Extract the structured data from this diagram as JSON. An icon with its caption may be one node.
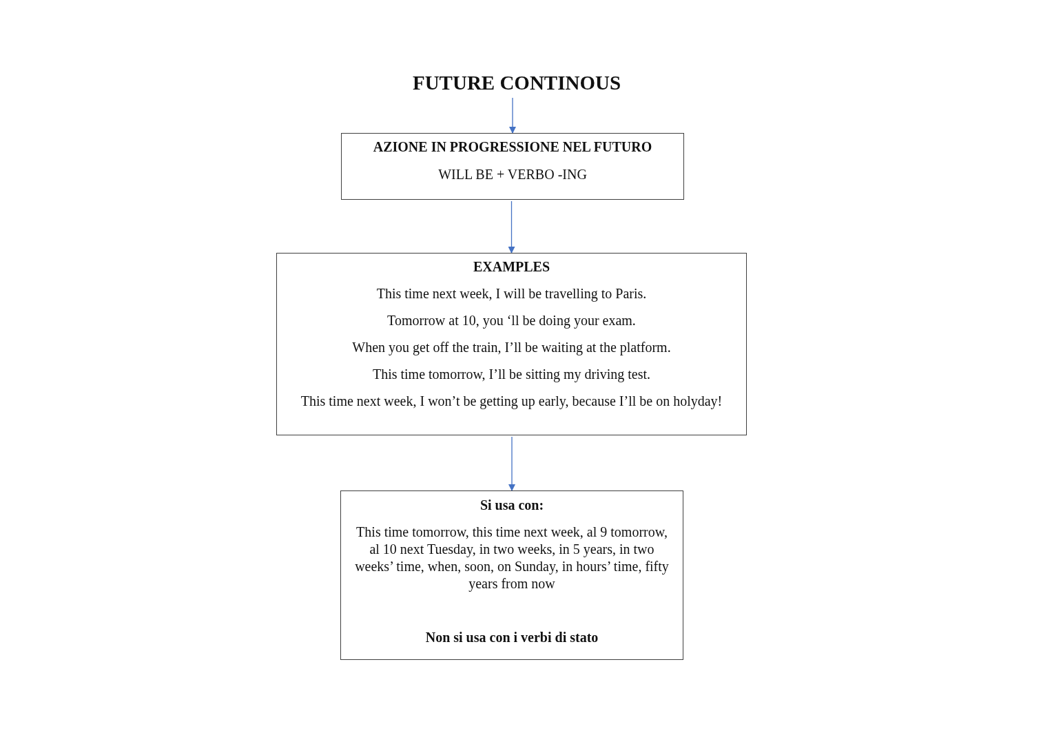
{
  "diagram": {
    "nodes": [
      {
        "text": [
          "FUTURE CONTINOUS"
        ]
      },
      {
        "text": [
          "AZIONE IN PROGRESSIONE NEL FUTURO",
          "WILL BE + VERBO -ING"
        ]
      },
      {
        "text": [
          "EXAMPLES",
          "This time next week, I will be travelling to Paris.",
          "Tomorrow at 10, you ‘ll be doing your exam.",
          "When you get off the train, I’ll be waiting at the platform.",
          "This time tomorrow, I’ll be sitting my driving test.",
          "This time next week, I won’t be getting up early, because I’ll be on holyday!"
        ]
      },
      {
        "text": [
          "Si usa con:",
          "This time tomorrow, this time next week, al 9 tomorrow, al 10 next Tuesday, in two weeks, in 5 years, in two weeks’ time, when, soon, on Sunday, in hours’ time, fifty years from now",
          "Non si usa con i verbi di stato"
        ]
      }
    ],
    "edges": [
      {
        "from": 0,
        "to": 1,
        "arrow": "to"
      },
      {
        "from": 1,
        "to": 2,
        "arrow": "to"
      },
      {
        "from": 2,
        "to": 3,
        "arrow": "to"
      }
    ]
  }
}
